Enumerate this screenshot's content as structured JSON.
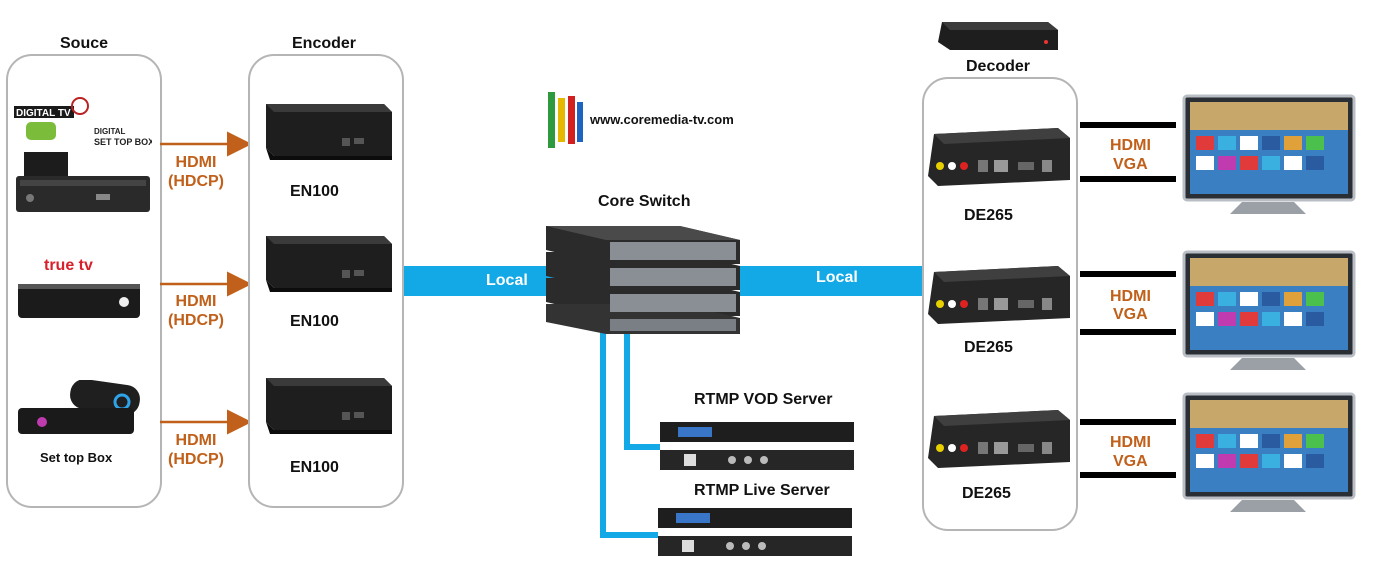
{
  "source": {
    "title": "Souce",
    "stb_label": "Set top Box",
    "brands": [
      "DIGITAL TV",
      "SET TOP BOX",
      "true tv"
    ]
  },
  "encoder": {
    "title": "Encoder",
    "units": [
      "EN100",
      "EN100",
      "EN100"
    ]
  },
  "links_in": [
    "HDMI\n(HDCP)",
    "HDMI\n(HDCP)",
    "HDMI\n(HDCP)"
  ],
  "brand": {
    "url": "www.coremedia-tv.com"
  },
  "core": {
    "title": "Core Switch",
    "left_link": "Local",
    "right_link": "Local"
  },
  "servers": {
    "vod": "RTMP VOD Server",
    "live": "RTMP Live Server"
  },
  "decoder": {
    "title": "Decoder",
    "units": [
      "DE265",
      "DE265",
      "DE265"
    ]
  },
  "links_out": [
    {
      "a": "HDMI",
      "b": "VGA"
    },
    {
      "a": "HDMI",
      "b": "VGA"
    },
    {
      "a": "HDMI",
      "b": "VGA"
    }
  ],
  "colors": {
    "cable_blue": "#12a9e6",
    "hdmi_orange": "#c0601a",
    "panel_border": "#b5b5b5"
  }
}
